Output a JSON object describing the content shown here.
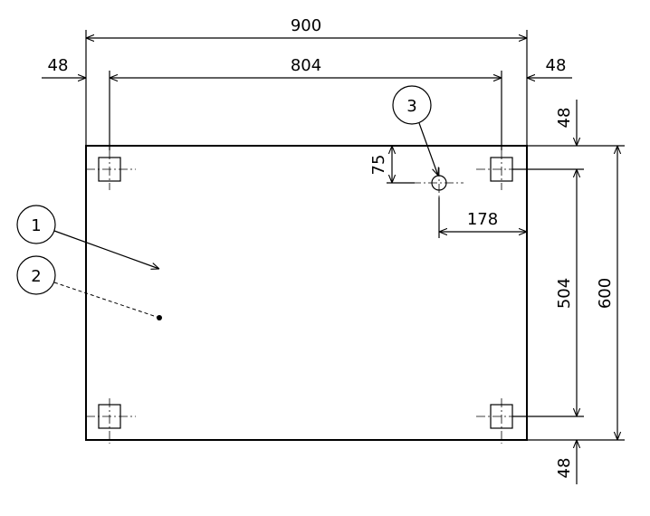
{
  "dimensions": {
    "overall_width": "900",
    "hole_spacing_width": "804",
    "edge_left": "48",
    "edge_right": "48",
    "edge_top": "48",
    "edge_bottom": "48",
    "hole_spacing_height": "504",
    "overall_height": "600",
    "part3_from_top": "75",
    "part3_from_right": "178"
  },
  "balloons": {
    "one": "1",
    "two": "2",
    "three": "3"
  }
}
